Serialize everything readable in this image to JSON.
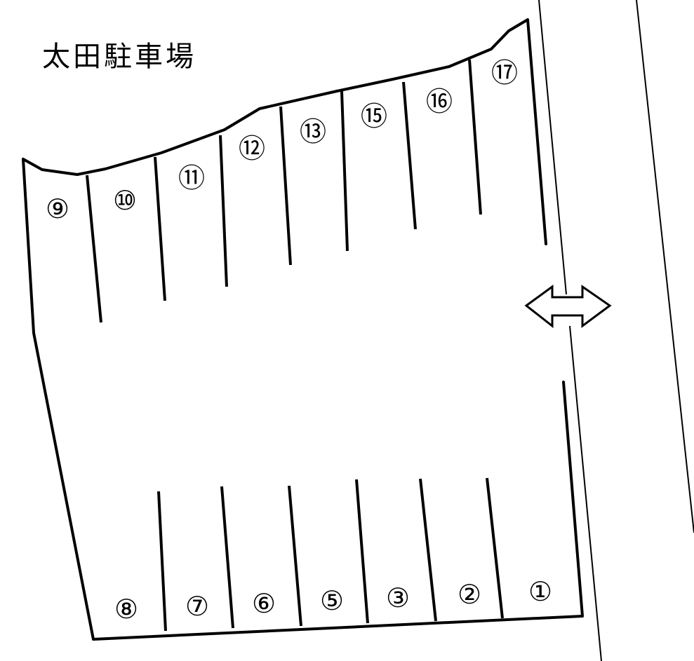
{
  "title": "太田駐車場",
  "spots": [
    "①",
    "②",
    "③",
    "⑤",
    "⑥",
    "⑦",
    "⑧",
    "⑨",
    "⑩",
    "⑪",
    "⑫",
    "⑬",
    "⑮",
    "⑯",
    "⑰"
  ]
}
